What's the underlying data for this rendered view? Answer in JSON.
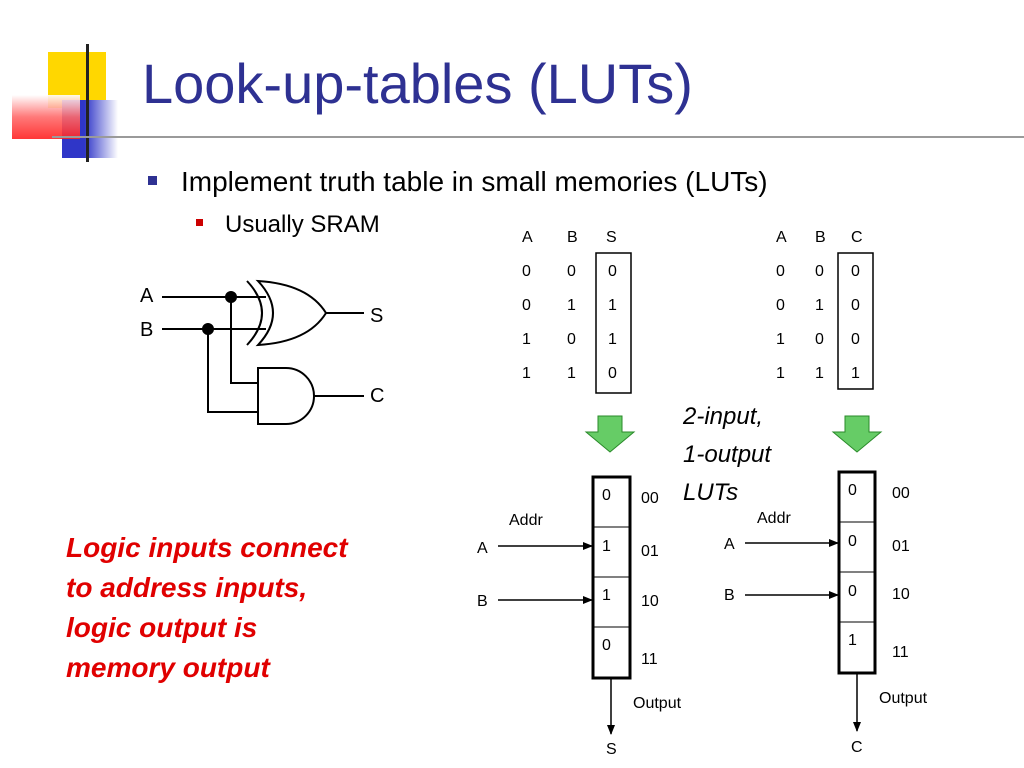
{
  "title": "Look-up-tables (LUTs)",
  "bullets": {
    "level1": "Implement truth table in small memories (LUTs)",
    "level2": "Usually SRAM"
  },
  "circuit": {
    "input_a": "A",
    "input_b": "B",
    "output_s": "S",
    "output_c": "C"
  },
  "sum_table": {
    "headers": [
      "A",
      "B",
      "S"
    ],
    "rows": [
      [
        "0",
        "0",
        "0"
      ],
      [
        "0",
        "1",
        "1"
      ],
      [
        "1",
        "0",
        "1"
      ],
      [
        "1",
        "1",
        "0"
      ]
    ]
  },
  "carry_table": {
    "headers": [
      "A",
      "B",
      "C"
    ],
    "rows": [
      [
        "0",
        "0",
        "0"
      ],
      [
        "0",
        "1",
        "0"
      ],
      [
        "1",
        "0",
        "0"
      ],
      [
        "1",
        "1",
        "1"
      ]
    ]
  },
  "lut_note": [
    "2-input,",
    "1-output",
    "LUTs"
  ],
  "sum_lut": {
    "addr_label": "Addr",
    "input_a": "A",
    "input_b": "B",
    "cells": [
      "0",
      "1",
      "1",
      "0"
    ],
    "addresses": [
      "00",
      "01",
      "10",
      "11"
    ],
    "output_label": "Output",
    "output_name": "S"
  },
  "carry_lut": {
    "addr_label": "Addr",
    "input_a": "A",
    "input_b": "B",
    "cells": [
      "0",
      "0",
      "0",
      "1"
    ],
    "addresses": [
      "00",
      "01",
      "10",
      "11"
    ],
    "output_label": "Output",
    "output_name": "C"
  },
  "note_lines": [
    "Logic inputs connect",
    "to address inputs,",
    "logic output is",
    "memory output"
  ],
  "colors": {
    "title": "#2e3192",
    "note": "#e00000",
    "arrow": "#66cc66",
    "deco_yellow": "#ffd700",
    "deco_red": "#ff4b4b",
    "deco_blue": "#2f36c8"
  }
}
